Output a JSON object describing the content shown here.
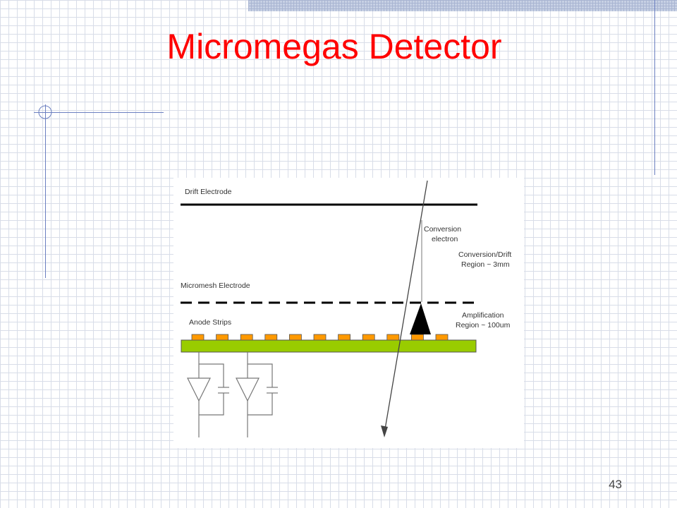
{
  "slide": {
    "title": "Micromegas Detector",
    "page_number": "43"
  },
  "diagram": {
    "labels": {
      "drift_electrode": "Drift Electrode",
      "conversion_electron_line1": "Conversion",
      "conversion_electron_line2": "electron",
      "conversion_region_line1": "Conversion/Drift",
      "conversion_region_line2": "Region ~ 3mm",
      "micromesh_electrode": "Micromesh Electrode",
      "anode_strips": "Anode Strips",
      "amplification_region_line1": "Amplification",
      "amplification_region_line2": "Region ~ 100um"
    },
    "strip_count": 11
  },
  "colors": {
    "title": "#ff0000",
    "anode_strip": "#ff9900",
    "substrate": "#99cc00",
    "line": "#000000",
    "circuit": "#777777",
    "label": "#333333",
    "slide_rule": "#6b7fc0"
  }
}
